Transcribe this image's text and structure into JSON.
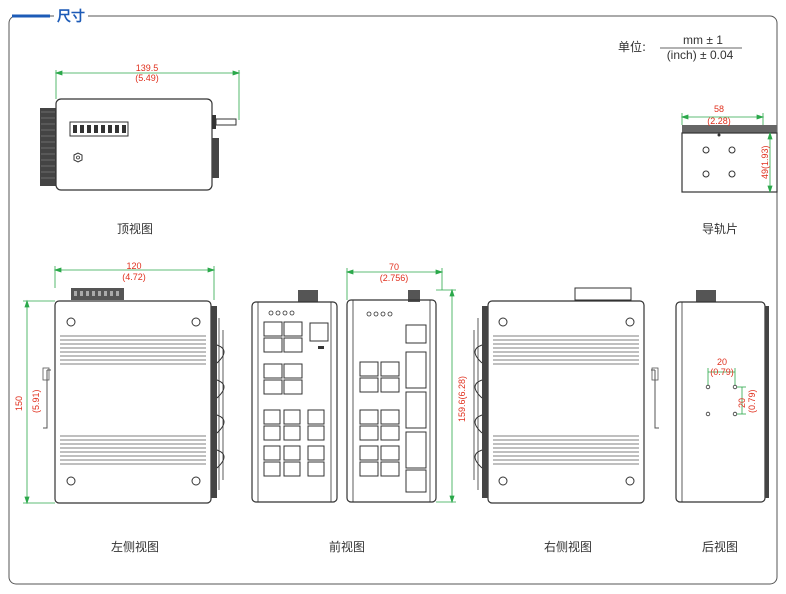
{
  "section_title": "尺寸",
  "units": {
    "prefix": "单位:",
    "metric": "mm ± 1",
    "imperial": "(inch) ± 0.04"
  },
  "views": {
    "top": "顶视图",
    "rail": "导轨片",
    "left": "左侧视图",
    "front": "前视图",
    "right": "右侧视图",
    "rear": "后视图"
  },
  "dimensions": {
    "top_width_mm": "139.5",
    "top_width_in": "(5.49)",
    "rail_width_mm": "58",
    "rail_width_in": "(2.28)",
    "rail_height": "49(1.93)",
    "left_width_mm": "120",
    "left_width_in": "(4.72)",
    "left_height_mm": "150",
    "left_height_in": "(5.91)",
    "front_width_mm": "70",
    "front_width_in": "(2.756)",
    "front_height": "159.6(6.28)",
    "rear_hole_h_mm": "20",
    "rear_hole_h_in": "(0.79)",
    "rear_hole_v_mm": "20",
    "rear_hole_v_in": "(0.79)"
  },
  "colors": {
    "accent": "#1d5bb7",
    "dimension_text": "#e0301e",
    "dimension_line": "#2aa84a",
    "outline": "#333333"
  }
}
